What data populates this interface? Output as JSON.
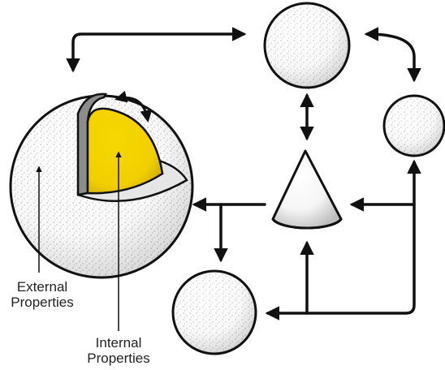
{
  "colors": {
    "stroke": "#111111",
    "core": "#f6d800",
    "shell_cut": "#8c8c8c",
    "ring_face": "#e6e6e6",
    "sphere_fill": "#ffffff"
  },
  "labels": {
    "external_line1": "External",
    "external_line2": "Properties",
    "internal_line1": "Internal",
    "internal_line2": "Properties"
  }
}
